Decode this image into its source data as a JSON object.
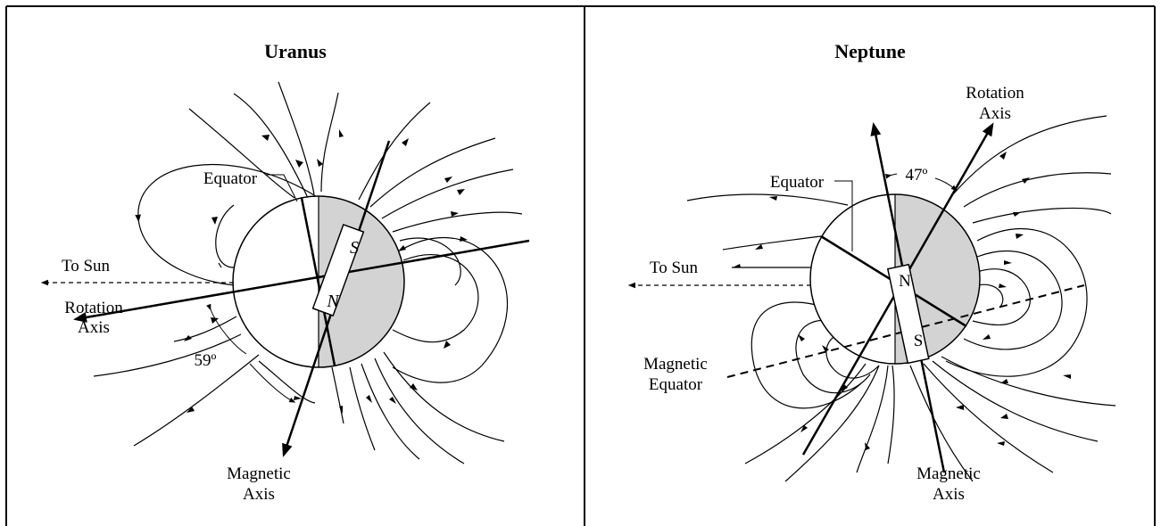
{
  "panels": [
    {
      "title": "Uranus",
      "labels": {
        "equator": "Equator",
        "to_sun": "To Sun",
        "rotation_axis_1": "Rotation",
        "rotation_axis_2": "Axis",
        "angle": "59º",
        "magnetic_axis_1": "Magnetic",
        "magnetic_axis_2": "Axis",
        "pole_s": "S",
        "pole_n": "N"
      }
    },
    {
      "title": "Neptune",
      "labels": {
        "rotation_axis_1": "Rotation",
        "rotation_axis_2": "Axis",
        "angle": "47º",
        "equator": "Equator",
        "to_sun": "To Sun",
        "magnetic_equator_1": "Magnetic",
        "magnetic_equator_2": "Equator",
        "magnetic_axis_1": "Magnetic",
        "magnetic_axis_2": "Axis",
        "pole_n": "N",
        "pole_s": "S"
      }
    }
  ],
  "colors": {
    "shade": "#d3d3d3",
    "line": "#000000",
    "background": "#ffffff"
  }
}
